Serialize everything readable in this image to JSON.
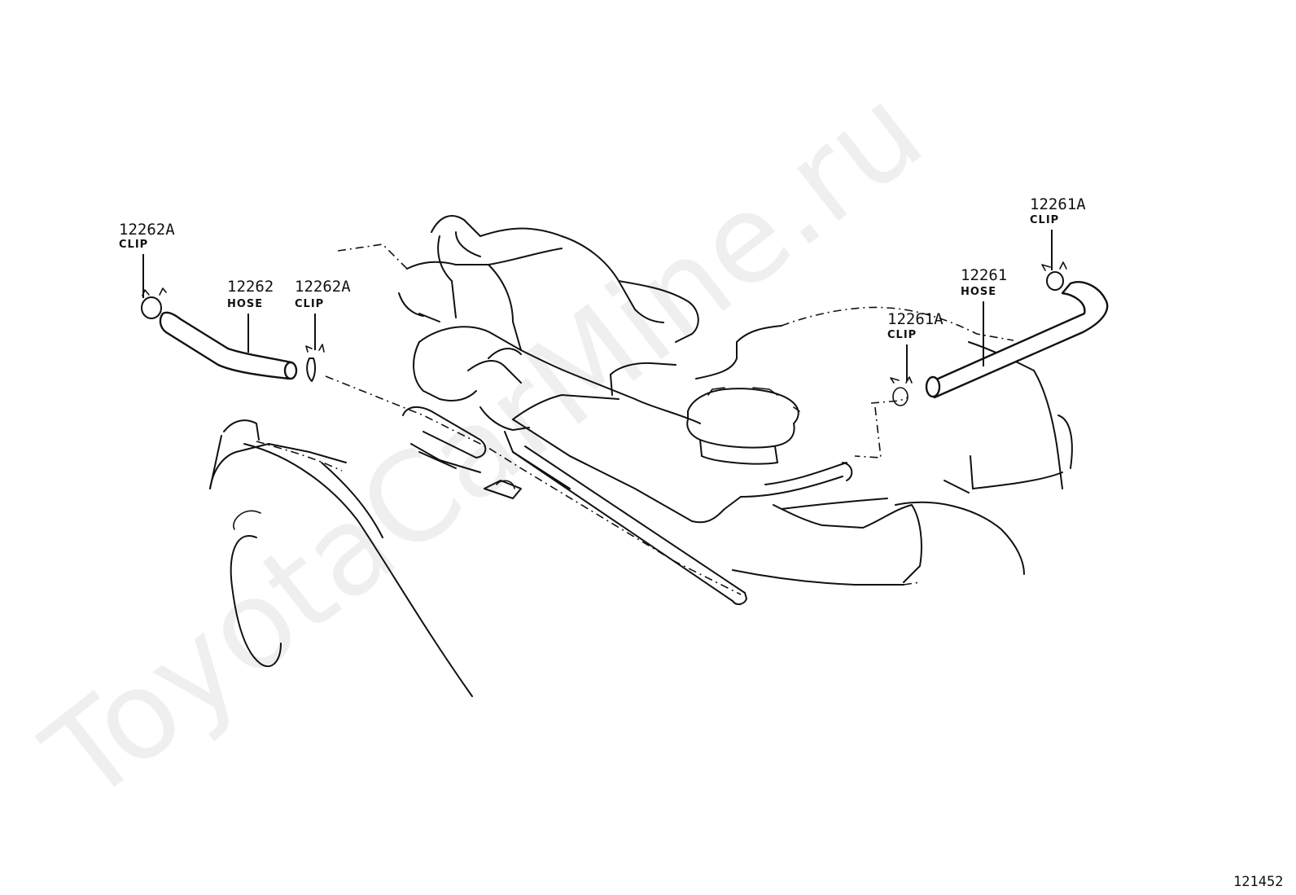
{
  "watermark": "ToyotaCarMine.ru",
  "diagram_id": "121452",
  "callouts": [
    {
      "part_no": "12262A",
      "name": "CLIP"
    },
    {
      "part_no": "12262",
      "name": "HOSE"
    },
    {
      "part_no": "12262A",
      "name": "CLIP"
    },
    {
      "part_no": "12261A",
      "name": "CLIP"
    },
    {
      "part_no": "12261",
      "name": "HOSE"
    },
    {
      "part_no": "12261A",
      "name": "CLIP"
    }
  ]
}
